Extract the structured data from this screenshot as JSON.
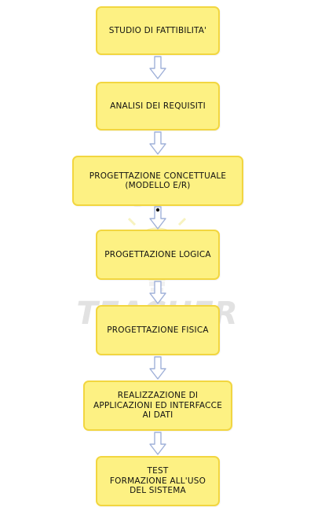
{
  "diagram": {
    "steps": [
      {
        "label": "STUDIO DI FATTIBILITA'"
      },
      {
        "label": "ANALISI DEI REQUISITI"
      },
      {
        "label": "PROGETTAZIONE CONCETTUALE\n(MODELLO E/R)"
      },
      {
        "label": "PROGETTAZIONE LOGICA"
      },
      {
        "label": "PROGETTAZIONE FISICA"
      },
      {
        "label": "REALIZZAZIONE DI\nAPPLICAZIONI ED INTERFACCE\nAI DATI"
      },
      {
        "label": "TEST\nFORMAZIONE ALL'USO\nDEL SISTEMA"
      }
    ]
  },
  "watermark": {
    "line1": "DIGITAL",
    "line2": "TEACHER"
  },
  "colors": {
    "box_fill": "#fdf183",
    "box_border": "#f2d640",
    "arrow_fill": "#ffffff",
    "arrow_stroke": "#9fb0d8",
    "watermark": "#d8d8d8"
  }
}
